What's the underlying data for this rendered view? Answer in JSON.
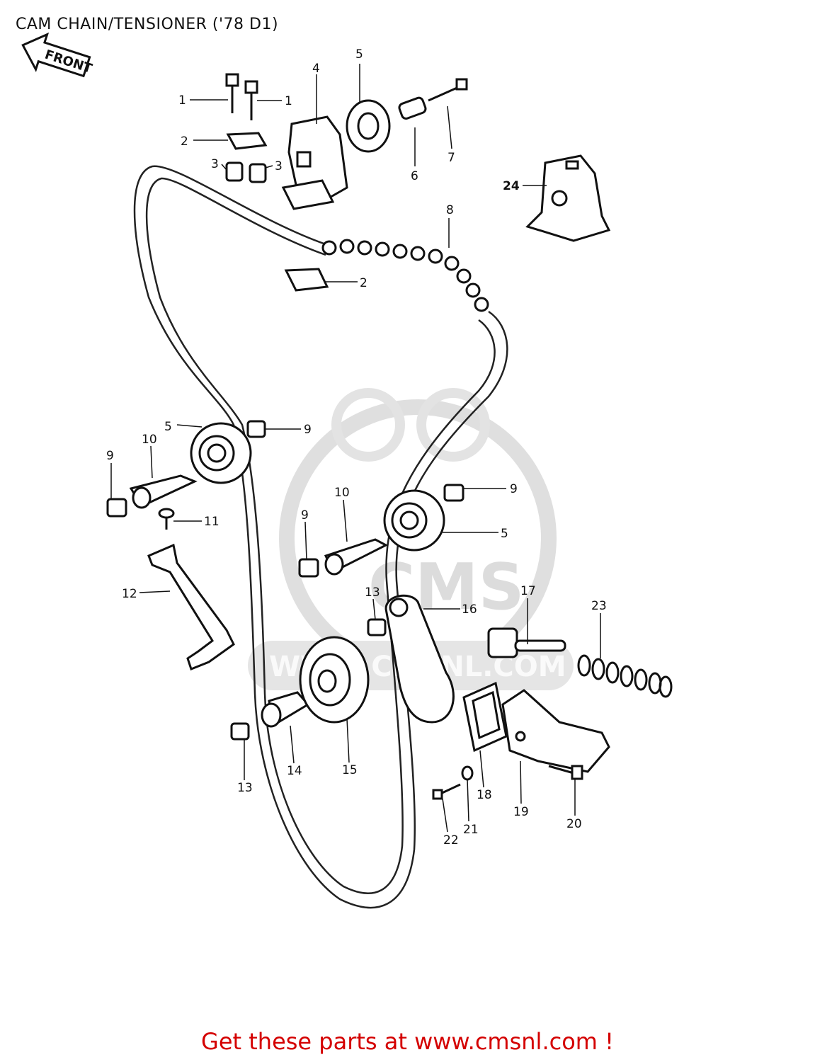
{
  "title": "CAM CHAIN/TENSIONER ('78 D1)",
  "front_label": "FRONT",
  "watermark": {
    "brand": "CMS",
    "url": "WWW.CMSNL.COM"
  },
  "callouts": [
    {
      "id": "c1a",
      "text": "1"
    },
    {
      "id": "c1b",
      "text": "1"
    },
    {
      "id": "c2a",
      "text": "2"
    },
    {
      "id": "c2b",
      "text": "2"
    },
    {
      "id": "c3a",
      "text": "3"
    },
    {
      "id": "c3b",
      "text": "3"
    },
    {
      "id": "c4",
      "text": "4"
    },
    {
      "id": "c5a",
      "text": "5"
    },
    {
      "id": "c5b",
      "text": "5"
    },
    {
      "id": "c5c",
      "text": "5"
    },
    {
      "id": "c6",
      "text": "6"
    },
    {
      "id": "c7",
      "text": "7"
    },
    {
      "id": "c8",
      "text": "8"
    },
    {
      "id": "c9a",
      "text": "9"
    },
    {
      "id": "c9b",
      "text": "9"
    },
    {
      "id": "c9c",
      "text": "9"
    },
    {
      "id": "c9d",
      "text": "9"
    },
    {
      "id": "c10a",
      "text": "10"
    },
    {
      "id": "c10b",
      "text": "10"
    },
    {
      "id": "c11",
      "text": "11"
    },
    {
      "id": "c12",
      "text": "12"
    },
    {
      "id": "c13a",
      "text": "13"
    },
    {
      "id": "c13b",
      "text": "13"
    },
    {
      "id": "c14",
      "text": "14"
    },
    {
      "id": "c15",
      "text": "15"
    },
    {
      "id": "c16",
      "text": "16"
    },
    {
      "id": "c17",
      "text": "17"
    },
    {
      "id": "c18",
      "text": "18"
    },
    {
      "id": "c19",
      "text": "19"
    },
    {
      "id": "c20",
      "text": "20"
    },
    {
      "id": "c21",
      "text": "21"
    },
    {
      "id": "c22",
      "text": "22"
    },
    {
      "id": "c23",
      "text": "23"
    },
    {
      "id": "c24",
      "text": "24"
    }
  ],
  "footer": {
    "text": "Get these parts at www.cmsnl.com !",
    "color": "#d40000"
  }
}
